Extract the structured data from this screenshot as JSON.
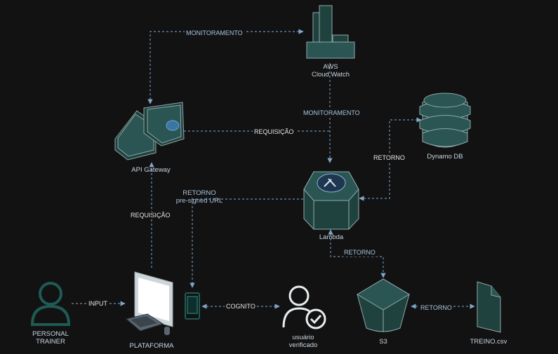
{
  "nodes": {
    "cloudwatch": {
      "line1": "AWS",
      "line2": "Cloud Watch"
    },
    "api_gateway": "API Gateway",
    "dynamodb": "Dynamo DB",
    "lambda": "Lambda",
    "personal_trainer": {
      "line1": "PERSONAL",
      "line2": "TRAINER"
    },
    "plataforma": "PLATAFORMA",
    "usuario": {
      "line1": "usuário",
      "line2": "verificado"
    },
    "s3": "S3",
    "treino": "TREINO.csv"
  },
  "edges": {
    "monitoramento_top": "MONITORAMENTO",
    "monitoramento_mid": "MONITORAMENTO",
    "requisicao_api": "REQUISIÇÃO",
    "requisicao_plat": "REQUISIÇÃO",
    "retorno_dynamo": "RETORNO",
    "retorno_url": {
      "line1": "RETORNO",
      "line2": "pre-signed URL"
    },
    "input": "INPUT",
    "cognito": "COGNITO",
    "retorno_lambda_s3": "RETORNO",
    "retorno_s3_csv": "RETORNO"
  },
  "colors": {
    "background": "#121212",
    "icon_fill": "#20423f",
    "icon_stroke": "#8fa8aa",
    "edge": "#6b8fb0"
  }
}
